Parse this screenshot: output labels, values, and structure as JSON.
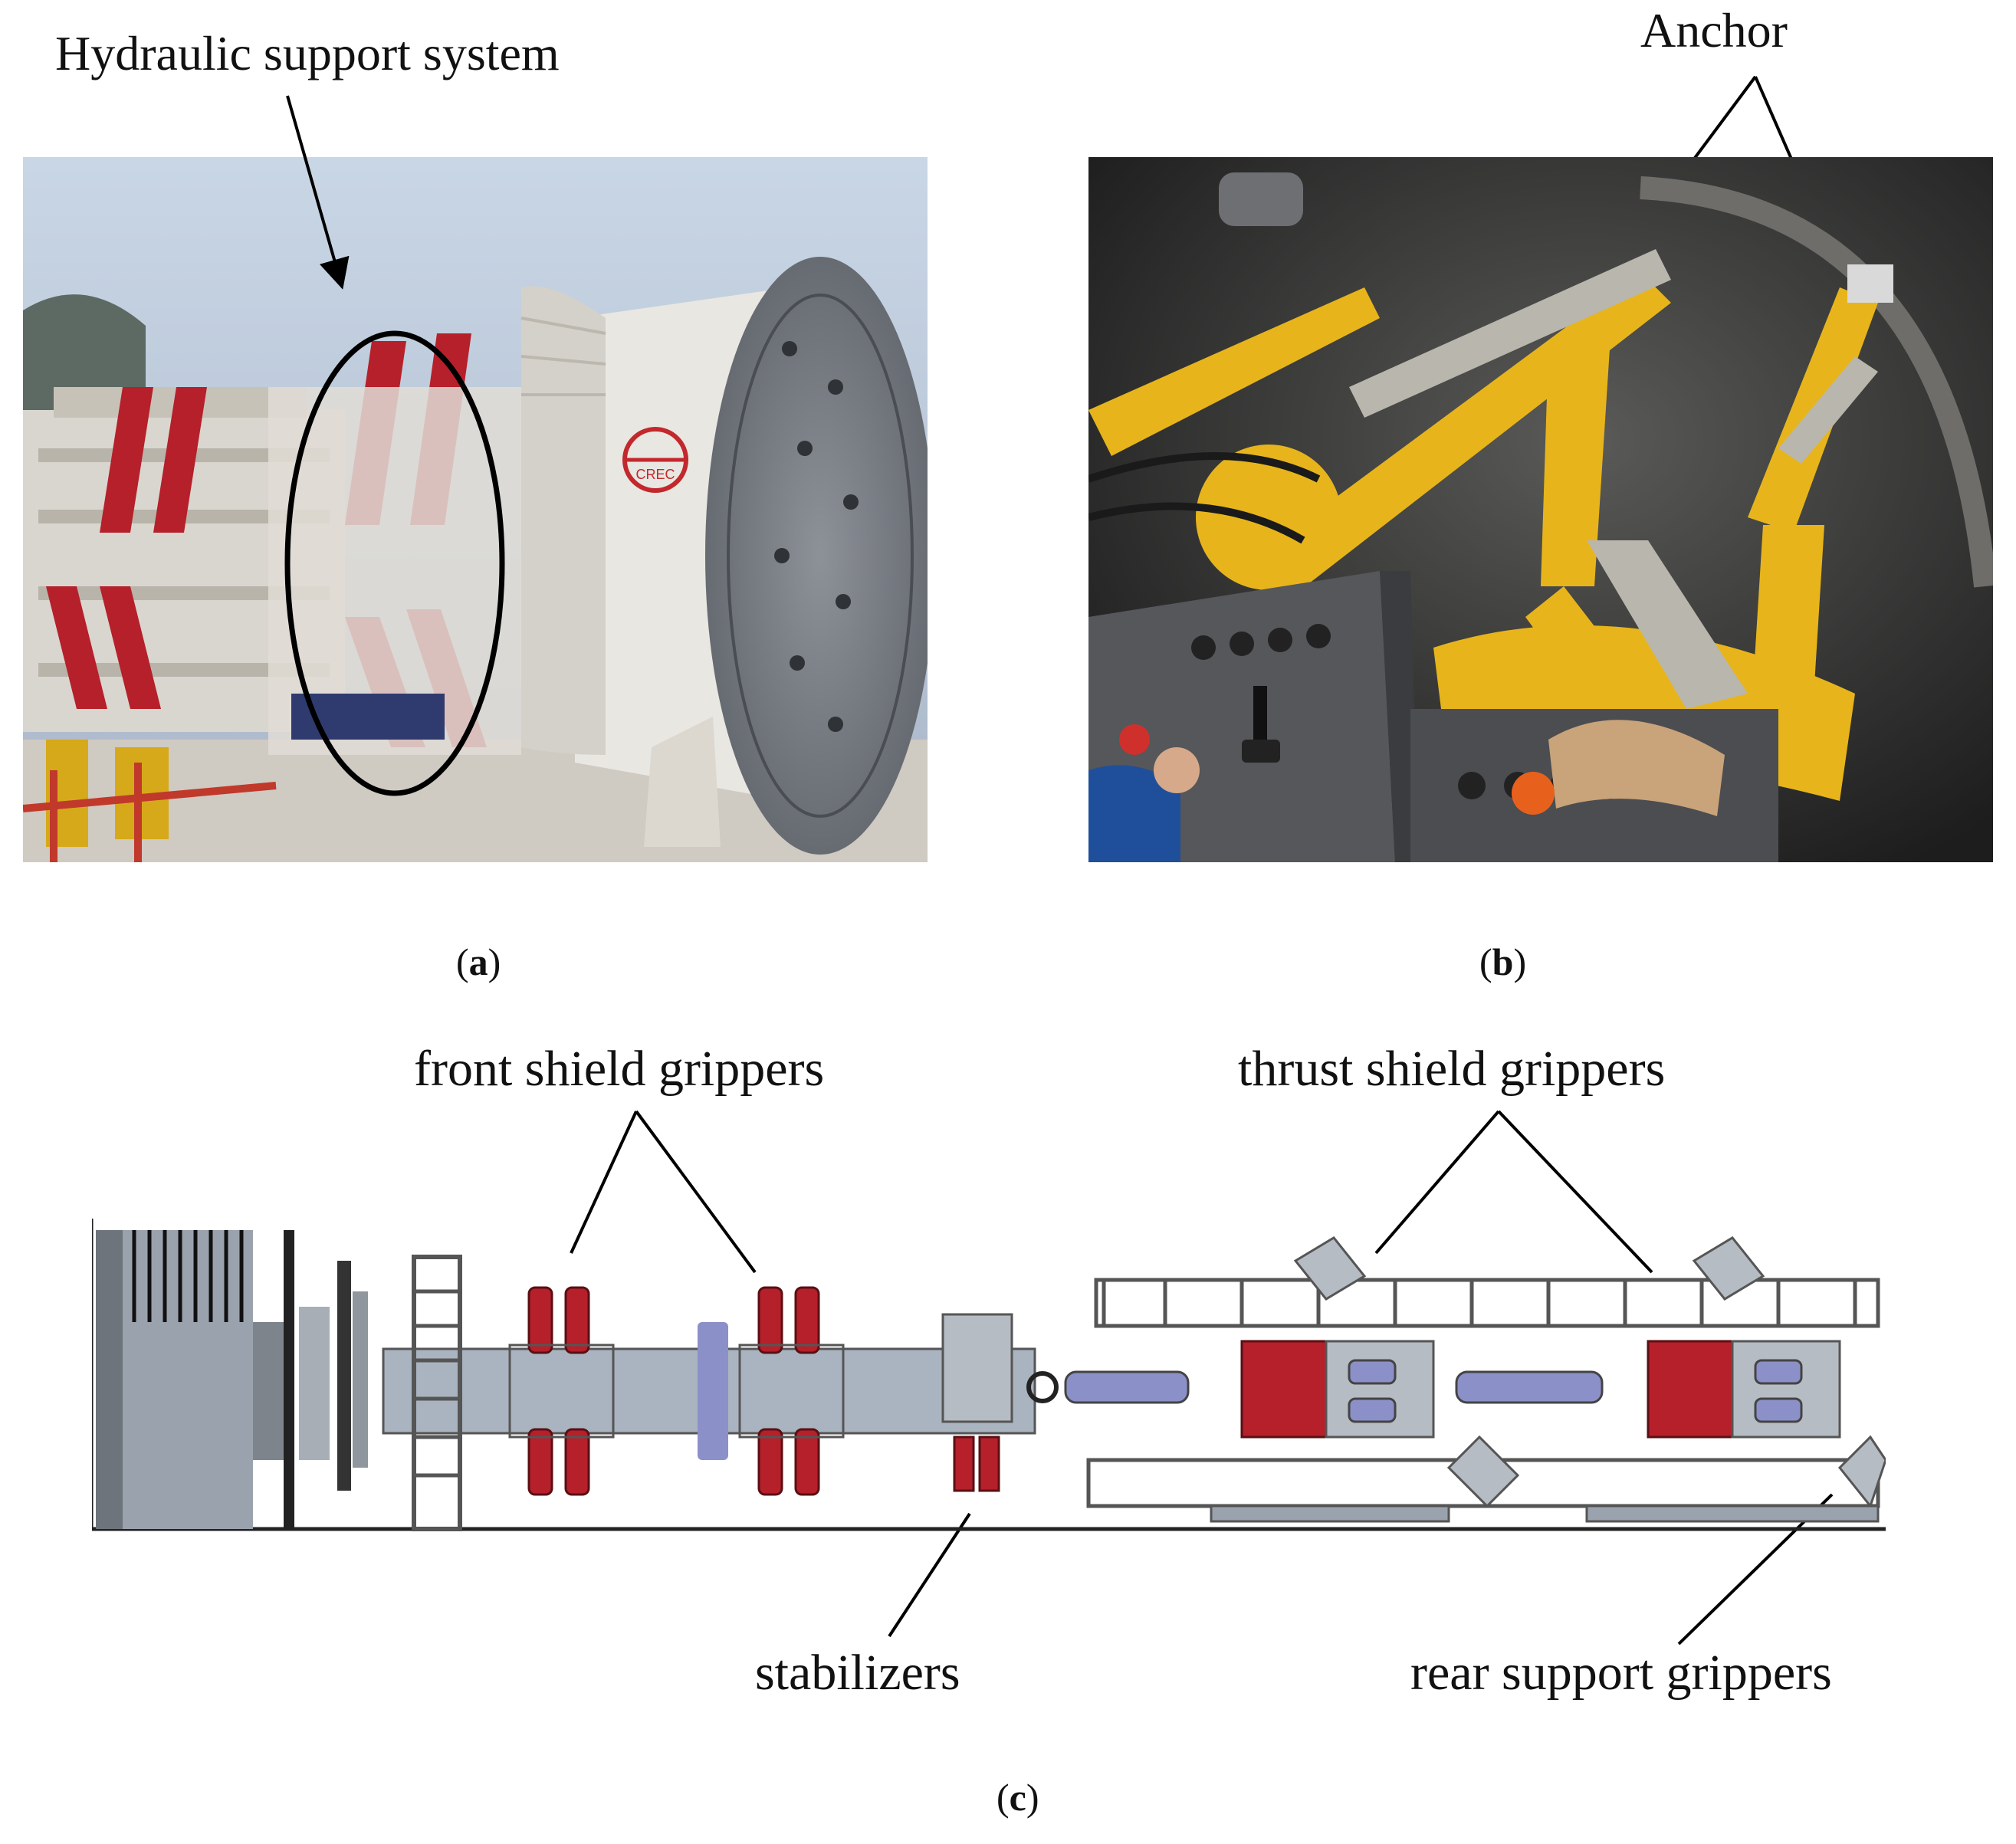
{
  "figure": {
    "panel_a": {
      "caption_letter": "a",
      "callout": "Hydraulic support system",
      "logo_text": "CREC"
    },
    "panel_b": {
      "caption_letter": "b",
      "callout": "Anchor"
    },
    "panel_c": {
      "caption_letter": "c",
      "callouts": {
        "front_shield_grippers": "front shield grippers",
        "thrust_shield_grippers": "thrust shield grippers",
        "stabilizers": "stabilizers",
        "rear_support_grippers": "rear support grippers"
      }
    }
  },
  "colors": {
    "gripper_red": "#b5202a",
    "steel_grey": "#9aa3ad",
    "cylinder_blue": "#8c90c8",
    "tbm_yellow": "#e7b51b",
    "tunnel_dark": "#2b2b2b"
  }
}
